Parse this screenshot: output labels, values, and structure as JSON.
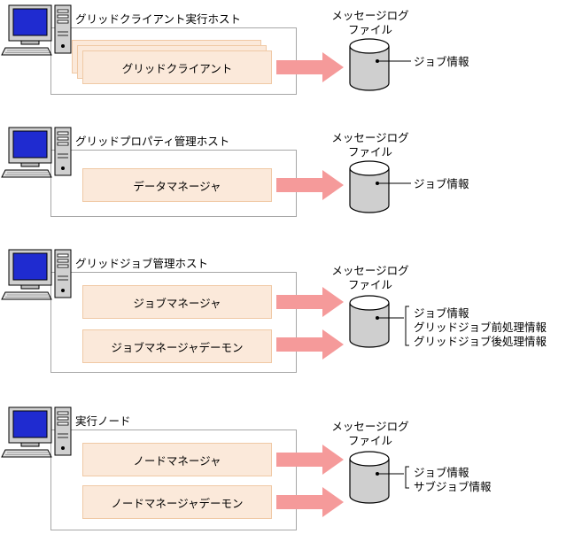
{
  "sections": [
    {
      "host_title": "グリッドクライアント実行ホスト",
      "components": [
        {
          "label": "グリッドクライアント"
        }
      ],
      "file_label_line1": "メッセージログ",
      "file_label_line2": "ファイル",
      "info": [
        "ジョブ情報"
      ]
    },
    {
      "host_title": "グリッドプロパティ管理ホスト",
      "components": [
        {
          "label": "データマネージャ"
        }
      ],
      "file_label_line1": "メッセージログ",
      "file_label_line2": "ファイル",
      "info": [
        "ジョブ情報"
      ]
    },
    {
      "host_title": "グリッドジョブ管理ホスト",
      "components": [
        {
          "label": "ジョブマネージャ"
        },
        {
          "label": "ジョブマネージャデーモン"
        }
      ],
      "file_label_line1": "メッセージログ",
      "file_label_line2": "ファイル",
      "info": [
        "ジョブ情報",
        "グリッドジョブ前処理情報",
        "グリッドジョブ後処理情報"
      ]
    },
    {
      "host_title": "実行ノード",
      "components": [
        {
          "label": "ノードマネージャ"
        },
        {
          "label": "ノードマネージャデーモン"
        }
      ],
      "file_label_line1": "メッセージログ",
      "file_label_line2": "ファイル",
      "info": [
        "ジョブ情報",
        "サブジョブ情報"
      ]
    }
  ],
  "colors": {
    "component_fill": "#fbe9da",
    "component_border": "#f0c9a5",
    "arrow": "#f59a9a",
    "screen": "#1f2bd0"
  }
}
